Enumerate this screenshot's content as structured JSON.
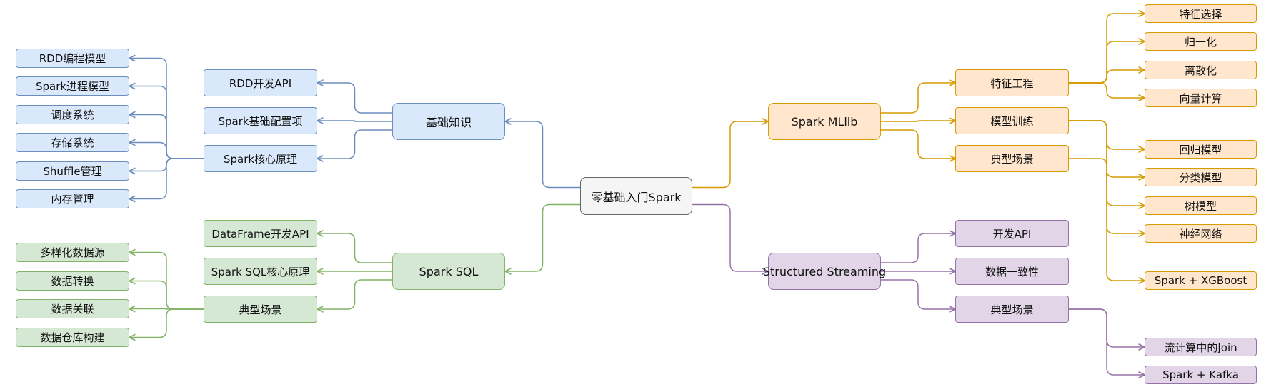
{
  "root": "零基础入门Spark",
  "branches": {
    "basics": {
      "label": "基础知识",
      "children": [
        {
          "label": "RDD开发API"
        },
        {
          "label": "Spark基础配置项"
        },
        {
          "label": "Spark核心原理",
          "children": [
            "RDD编程模型",
            "Spark进程模型",
            "调度系统",
            "存储系统",
            "Shuffle管理",
            "内存管理"
          ]
        }
      ]
    },
    "sql": {
      "label": "Spark SQL",
      "children": [
        {
          "label": "DataFrame开发API"
        },
        {
          "label": "Spark SQL核心原理"
        },
        {
          "label": "典型场景",
          "children": [
            "多样化数据源",
            "数据转换",
            "数据关联",
            "数据仓库构建"
          ]
        }
      ]
    },
    "mllib": {
      "label": "Spark MLlib",
      "children": [
        {
          "label": "特征工程",
          "children": [
            "特征选择",
            "归一化",
            "离散化",
            "向量计算"
          ]
        },
        {
          "label": "模型训练",
          "children": [
            "回归模型",
            "分类模型",
            "树模型",
            "神经网络"
          ]
        },
        {
          "label": "典型场景",
          "children": [
            "Spark + XGBoost"
          ]
        }
      ]
    },
    "streaming": {
      "label": "Structured Streaming",
      "children": [
        {
          "label": "开发API"
        },
        {
          "label": "数据一致性"
        },
        {
          "label": "典型场景",
          "children": [
            "流计算中的Join",
            "Spark + Kafka"
          ]
        }
      ]
    }
  },
  "colors": {
    "blue": {
      "fill": "#dae8fc",
      "stroke": "#6c8ebf"
    },
    "green": {
      "fill": "#d5e8d4",
      "stroke": "#82b366"
    },
    "orange": {
      "fill": "#ffe6cc",
      "stroke": "#d79b00"
    },
    "purple": {
      "fill": "#e1d5e7",
      "stroke": "#9673a6"
    },
    "gray": {
      "fill": "#f5f5f5",
      "stroke": "#666666"
    }
  }
}
